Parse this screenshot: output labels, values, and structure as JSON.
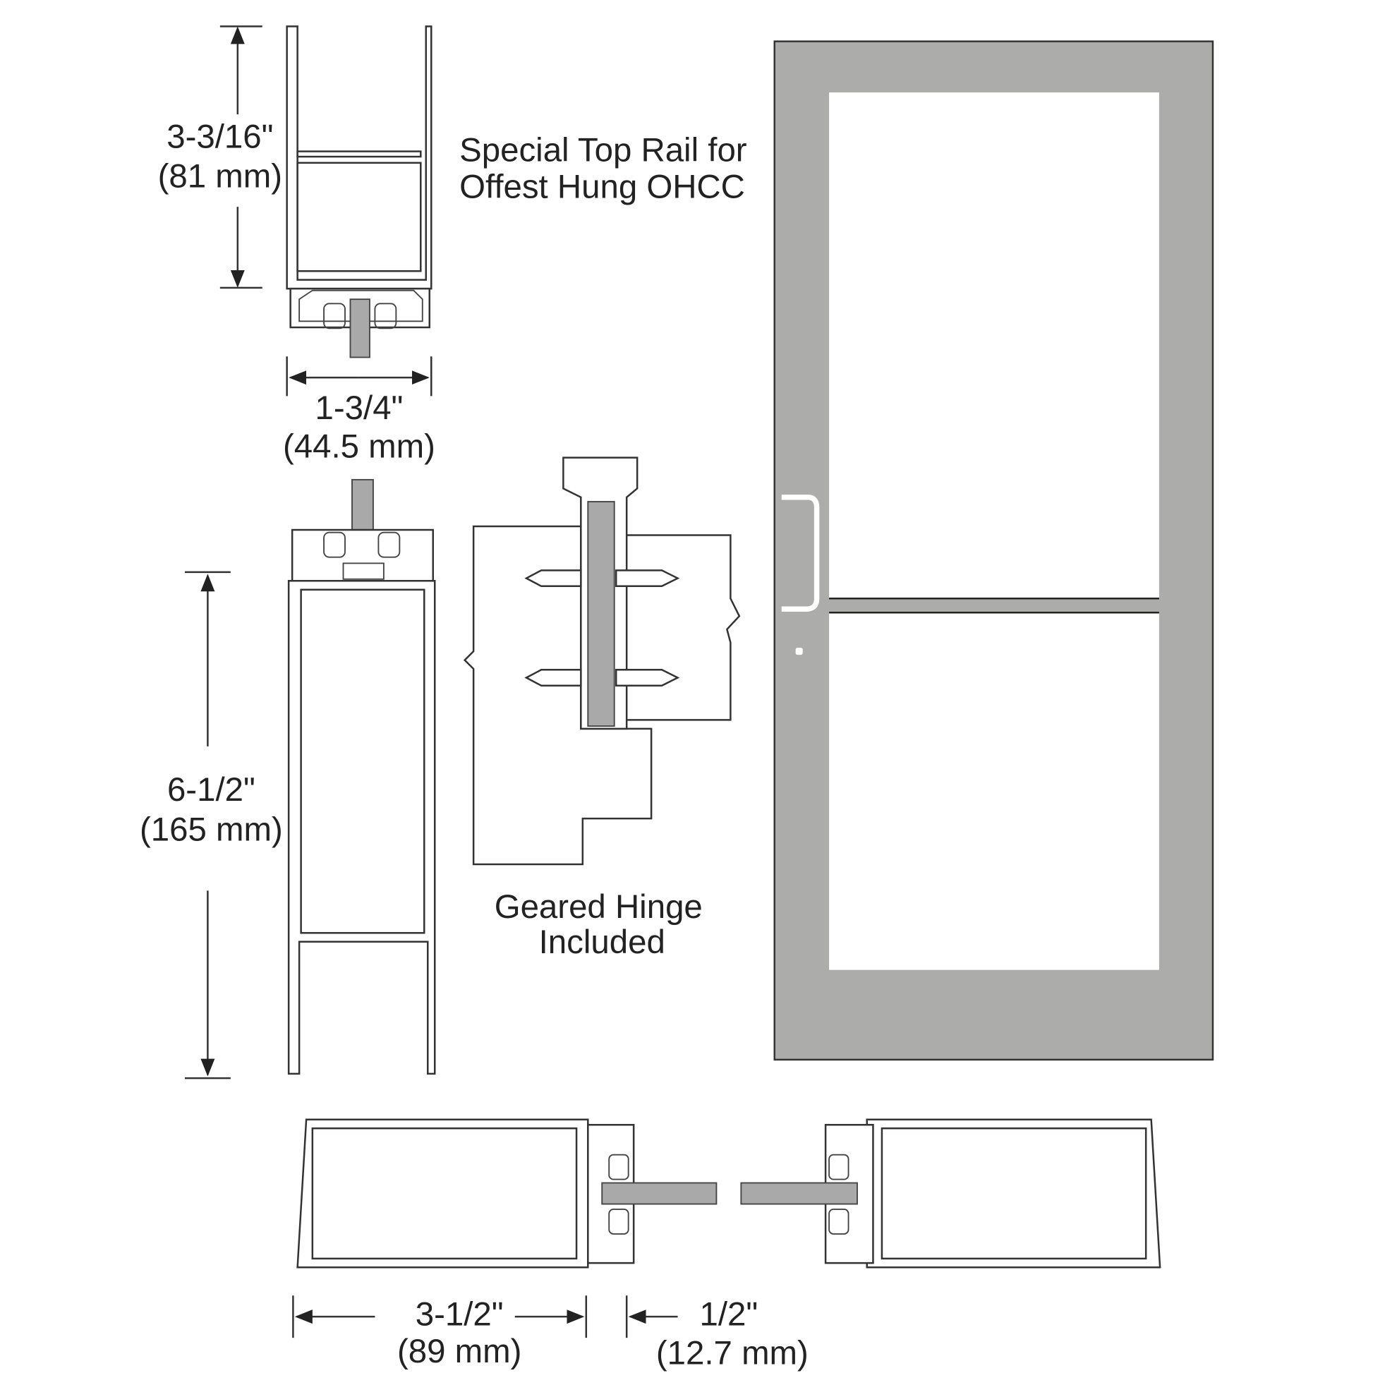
{
  "colors": {
    "door_frame": "#acacab",
    "line": "#333333",
    "background": "#ffffff"
  },
  "top_rail": {
    "height_in": "3-3/16\"",
    "height_mm": "(81 mm)",
    "width_in": "1-3/4\"",
    "width_mm": "(44.5 mm)",
    "caption_line1": "Special Top Rail for",
    "caption_line2": "Offest Hung OHCC"
  },
  "bottom_rail": {
    "height_in": "6-1/2\"",
    "height_mm": "(165 mm)"
  },
  "hinge": {
    "caption_line1": "Geared Hinge",
    "caption_line2": "Included"
  },
  "stile": {
    "width_in": "3-1/2\"",
    "width_mm": "(89 mm)",
    "gap_in": "1/2\"",
    "gap_mm": "(12.7 mm)"
  }
}
